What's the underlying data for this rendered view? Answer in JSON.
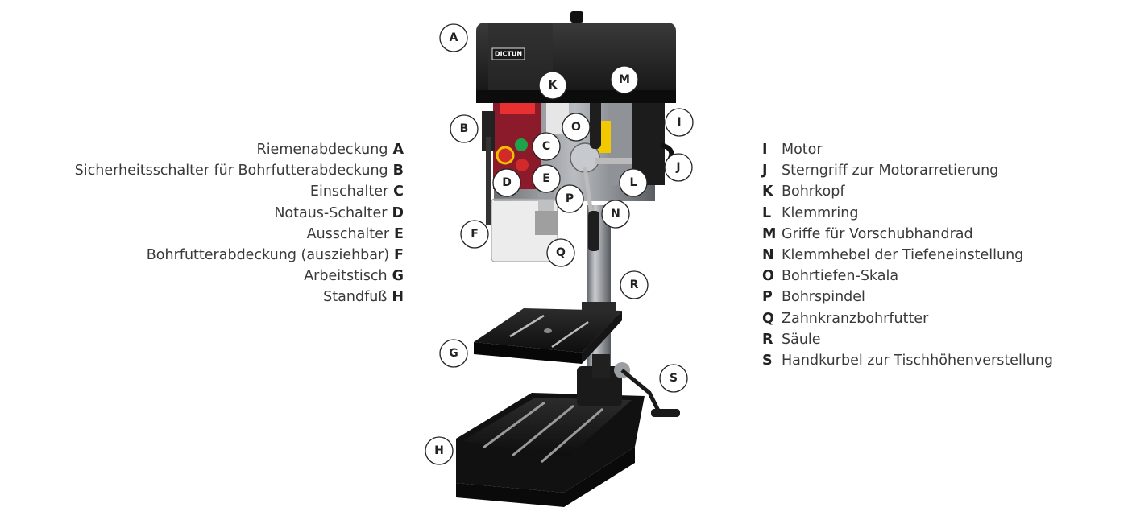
{
  "brand": "DICTUN",
  "left_labels": [
    {
      "text": "Riemenabdeckung",
      "letter": "A"
    },
    {
      "text": "Sicherheitsschalter für Bohrfutterabdeckung",
      "letter": "B"
    },
    {
      "text": "Einschalter",
      "letter": "C"
    },
    {
      "text": "Notaus-Schalter",
      "letter": "D"
    },
    {
      "text": "Ausschalter",
      "letter": "E"
    },
    {
      "text": "Bohrfutterabdeckung (ausziehbar)",
      "letter": "F"
    },
    {
      "text": "Arbeitstisch",
      "letter": "G"
    },
    {
      "text": "Standfuß",
      "letter": "H"
    }
  ],
  "right_labels": [
    {
      "letter": "I",
      "text": "Motor"
    },
    {
      "letter": "J",
      "text": "Sterngriff zur Motorarretierung"
    },
    {
      "letter": "K",
      "text": "Bohrkopf"
    },
    {
      "letter": "L",
      "text": "Klemmring"
    },
    {
      "letter": "M",
      "text": "Griffe für Vorschubhandrad"
    },
    {
      "letter": "N",
      "text": "Klemmhebel der Tiefeneinstellung"
    },
    {
      "letter": "O",
      "text": "Bohrtiefen-Skala"
    },
    {
      "letter": "P",
      "text": "Bohrspindel"
    },
    {
      "letter": "Q",
      "text": "Zahnkranzbohrfutter"
    },
    {
      "letter": "R",
      "text": "Säule"
    },
    {
      "letter": "S",
      "text": "Handkurbel zur Tischhöhenverstellung"
    }
  ],
  "callouts": [
    "A",
    "B",
    "C",
    "D",
    "E",
    "F",
    "G",
    "H",
    "I",
    "J",
    "K",
    "L",
    "M",
    "N",
    "O",
    "P",
    "Q",
    "R",
    "S"
  ],
  "colors": {
    "machine_dark": "#1c1c1c",
    "panel_red": "#8b1a2a",
    "button_green": "#1fa34a",
    "button_red": "#d22a2a",
    "column_gray": "#8a8d91"
  }
}
